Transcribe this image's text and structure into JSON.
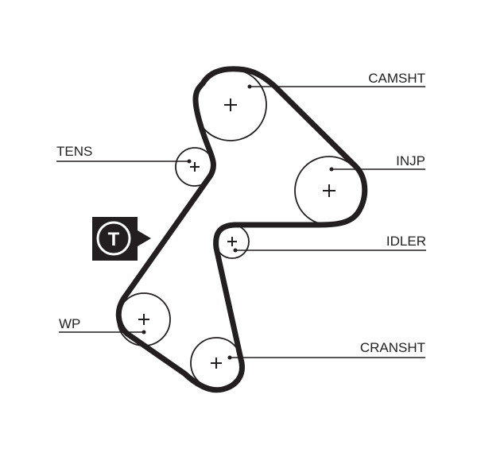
{
  "diagram": {
    "labels": {
      "camshaft": "CAMSHT",
      "injection_pump": "INJP",
      "tensioner": "TENS",
      "idler": "IDLER",
      "water_pump": "WP",
      "crankshaft": "CRANSHT"
    },
    "timing_mark": "T",
    "colors": {
      "belt": "#231f20",
      "lines": "#231f20",
      "badge": "#231f20",
      "background": "#ffffff"
    }
  }
}
